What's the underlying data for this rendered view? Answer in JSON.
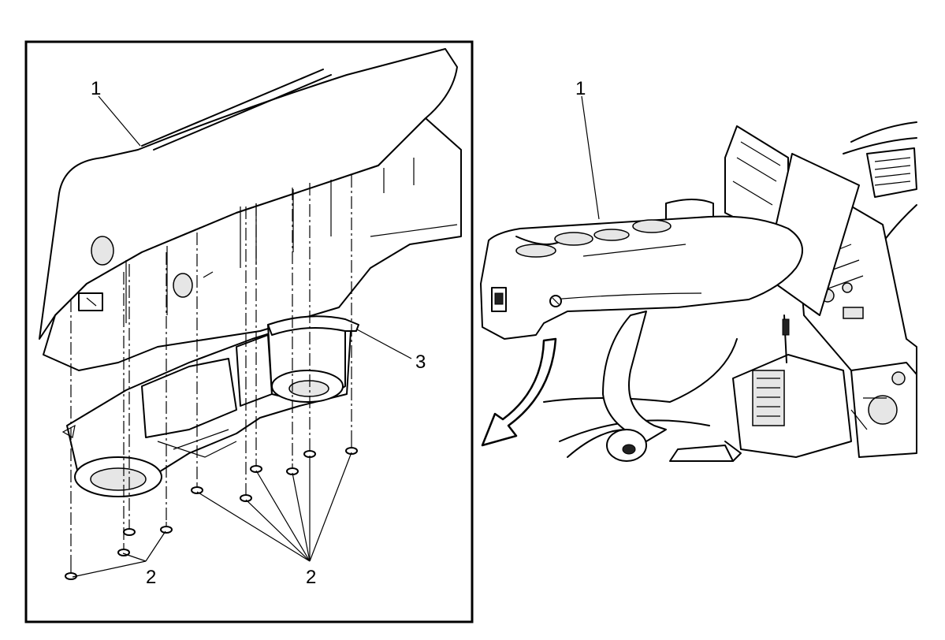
{
  "left_view": {
    "callouts": [
      {
        "id": "console",
        "label": "1"
      },
      {
        "id": "fasteners-left",
        "label": "2"
      },
      {
        "id": "fasteners-right",
        "label": "2"
      },
      {
        "id": "cupholder",
        "label": "3"
      }
    ]
  },
  "right_view": {
    "callouts": [
      {
        "id": "console",
        "label": "1"
      }
    ],
    "arrow_icon": "removal-direction-arrow-icon"
  }
}
